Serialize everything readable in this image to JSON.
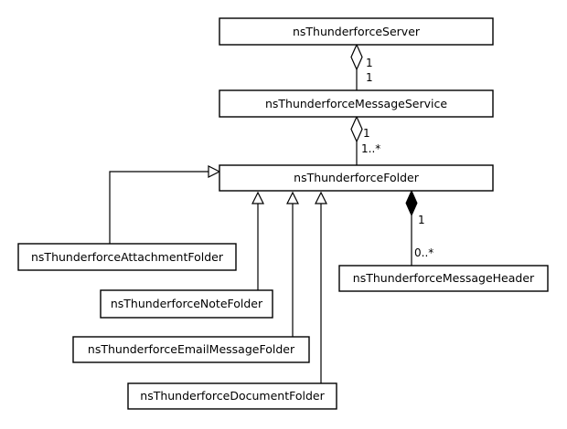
{
  "classes": {
    "server": "nsThunderforceServer",
    "message_service": "nsThunderforceMessageService",
    "folder": "nsThunderforceFolder",
    "message_header": "nsThunderforceMessageHeader",
    "attachment_folder": "nsThunderforceAttachmentFolder",
    "note_folder": "nsThunderforceNoteFolder",
    "email_message_folder": "nsThunderforceEmailMessageFolder",
    "document_folder": "nsThunderforceDocumentFolder"
  },
  "relations": {
    "server_service": {
      "type": "aggregation",
      "whole_multiplicity": "1",
      "part_multiplicity": "1"
    },
    "service_folder": {
      "type": "aggregation",
      "whole_multiplicity": "1",
      "part_multiplicity": "1..*"
    },
    "folder_header": {
      "type": "composition",
      "whole_multiplicity": "1",
      "part_multiplicity": "0..*"
    },
    "generalizations": [
      "attachment_folder",
      "note_folder",
      "email_message_folder",
      "document_folder"
    ]
  }
}
